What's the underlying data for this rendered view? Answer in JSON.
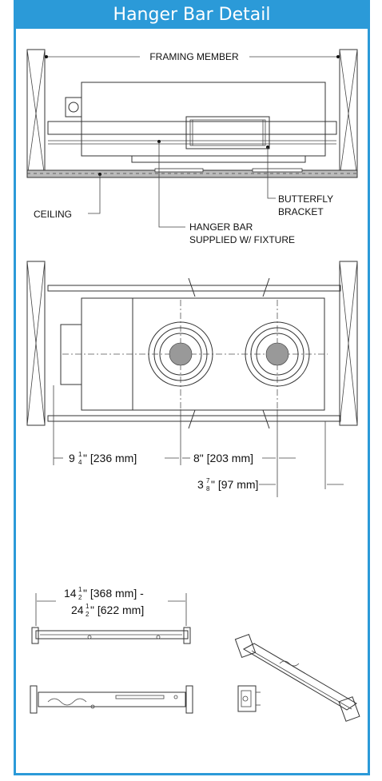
{
  "header": {
    "title": "Hanger Bar Detail"
  },
  "side_view": {
    "framing_member": "FRAMING MEMBER",
    "ceiling": "CEILING",
    "butterfly_line1": "BUTTERFLY",
    "butterfly_line2": "BRACKET",
    "hanger_line1": "HANGER BAR",
    "hanger_line2": "SUPPLIED W/ FIXTURE"
  },
  "plan_view": {
    "dim1_whole": "9",
    "dim1_num": "1",
    "dim1_den": "4",
    "dim1_rest": "\" [236 mm]",
    "dim2": "8\" [203 mm]",
    "dim3_whole": "3",
    "dim3_num": "7",
    "dim3_den": "8",
    "dim3_rest": "\" [97 mm]"
  },
  "bar_detail": {
    "line1_whole": "14",
    "line1_num": "1",
    "line1_den": "2",
    "line1_rest": "\" [368 mm] -",
    "line2_whole": "24",
    "line2_num": "1",
    "line2_den": "2",
    "line2_rest": "\" [622 mm]"
  }
}
